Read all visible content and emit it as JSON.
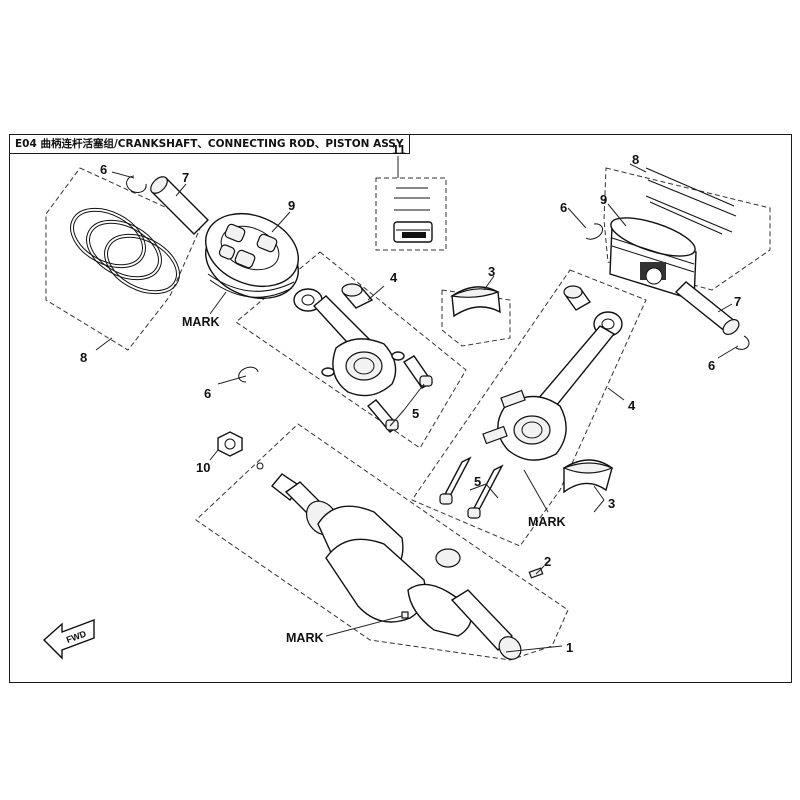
{
  "title": "E04 曲柄连杆活塞组/CRANKSHAFT、CONNECTING ROD、PISTON ASSY",
  "callouts": {
    "c1": "1",
    "c2": "2",
    "c3a": "3",
    "c3b": "3",
    "c4a": "4",
    "c4b": "4",
    "c5a": "5",
    "c5b": "5",
    "c6a": "6",
    "c6b": "6",
    "c6c": "6",
    "c6d": "6",
    "c7a": "7",
    "c7b": "7",
    "c8a": "8",
    "c8b": "8",
    "c9a": "9",
    "c9b": "9",
    "c10": "10",
    "c11": "11"
  },
  "marks": {
    "m1": "MARK",
    "m2": "MARK",
    "m3": "MARK"
  },
  "fwd": "FWD"
}
